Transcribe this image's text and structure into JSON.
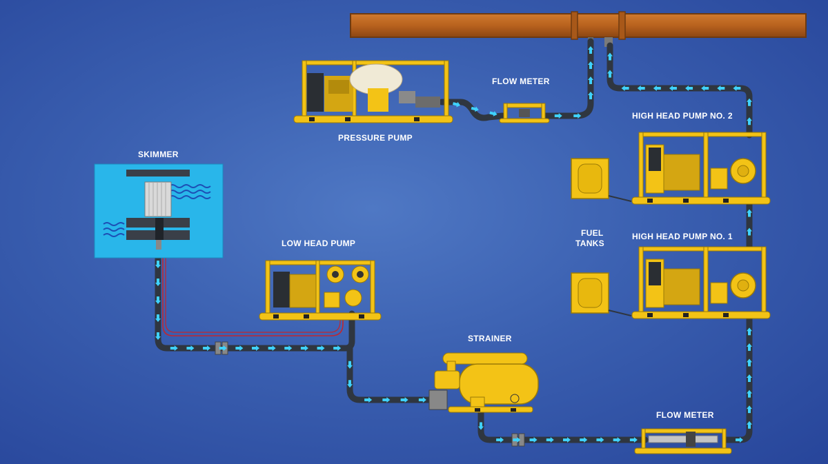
{
  "labels": {
    "skimmer": "SKIMMER",
    "pressure_pump": "PRESSURE PUMP",
    "flow_meter_top": "FLOW METER",
    "high_head_pump_2": "HIGH HEAD PUMP NO. 2",
    "fuel_tanks_line1": "FUEL",
    "fuel_tanks_line2": "TANKS",
    "high_head_pump_1": "HIGH HEAD PUMP NO. 1",
    "low_head_pump": "LOW HEAD PUMP",
    "strainer": "STRAINER",
    "flow_meter_bottom": "FLOW METER"
  },
  "colors": {
    "background": "#3a5fb0",
    "pipeline": "#b8621e",
    "equipment": "#f3c316",
    "hose": "#2f3640",
    "flow_arrow": "#3fd2ff",
    "water": "#29b6ea",
    "fuel_line": "#c2262e"
  }
}
